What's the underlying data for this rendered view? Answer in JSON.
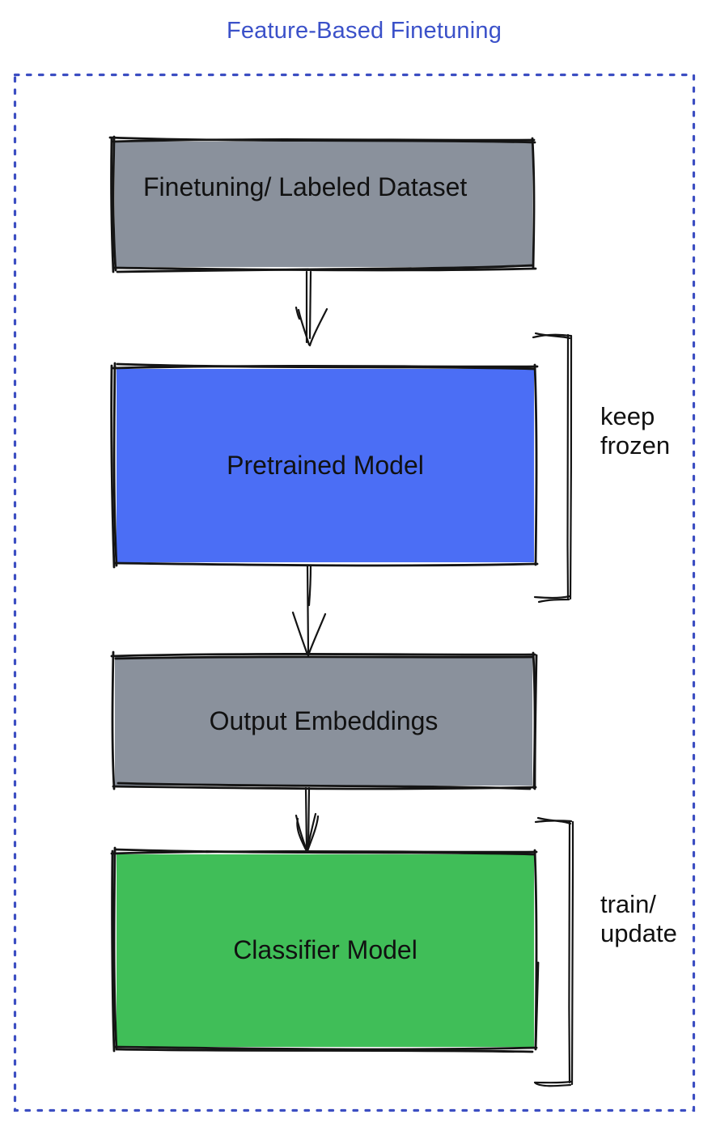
{
  "title": "Feature-Based Finetuning",
  "nodes": {
    "dataset": {
      "label": "Finetuning/ Labeled Dataset"
    },
    "pretrained": {
      "label": "Pretrained Model"
    },
    "embeddings": {
      "label": "Output Embeddings"
    },
    "classifier": {
      "label": "Classifier Model"
    }
  },
  "annotations": {
    "keep_frozen": "keep\nfrozen",
    "train_update": "train/\nupdate"
  },
  "colors": {
    "title_text": "#3b51c9",
    "frame_border": "#3c4ec2",
    "ink": "#141414",
    "dataset_fill": "#8a919c",
    "pretrained_fill": "#4b6ef5",
    "embeddings_fill": "#8a919c",
    "classifier_fill": "#40be58"
  }
}
